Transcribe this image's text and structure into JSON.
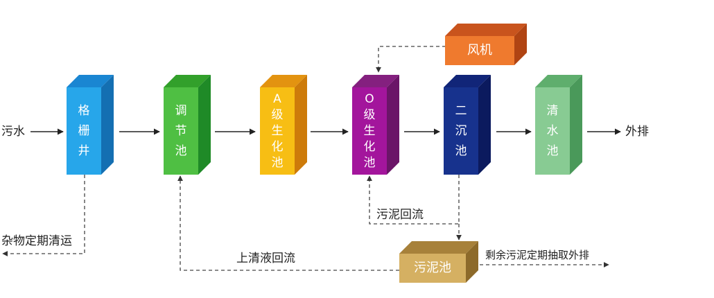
{
  "inlet_label": "污水",
  "outlet_label": "外排",
  "tanks": [
    {
      "id": "grille",
      "label": "格栅井",
      "colors": {
        "front": "#27a6ea",
        "top": "#1a86d2",
        "side": "#146fb2"
      }
    },
    {
      "id": "regulating",
      "label": "调节池",
      "colors": {
        "front": "#4fbf43",
        "top": "#32a02b",
        "side": "#1f8a27"
      }
    },
    {
      "id": "a-stage",
      "label": "A级生化池",
      "colors": {
        "front": "#f7be14",
        "top": "#e39310",
        "side": "#cd7b0a"
      }
    },
    {
      "id": "o-stage",
      "label": "O级生化池",
      "colors": {
        "front": "#a3159c",
        "top": "#84207f",
        "side": "#6b1568"
      }
    },
    {
      "id": "secondary-settling",
      "label": "二沉池",
      "colors": {
        "front": "#17328d",
        "top": "#112578",
        "side": "#0b1a5e"
      }
    },
    {
      "id": "clear-water",
      "label": "清水池",
      "colors": {
        "front": "#88cb93",
        "top": "#5fae6d",
        "side": "#4a995a"
      }
    }
  ],
  "blower": {
    "label": "风机",
    "colors": {
      "front": "#ef7a2e",
      "top": "#c9541d",
      "side": "#b04413"
    }
  },
  "sludge_tank": {
    "label": "污泥池",
    "colors": {
      "front": "#d5b062",
      "top": "#a7813a",
      "side": "#8d6a2a"
    }
  },
  "annotations": {
    "debris": "杂物定期清运",
    "sludge_return": "污泥回流",
    "supernatant_return": "上清液回流",
    "sludge_discharge": "剩余污泥定期抽取外排"
  }
}
